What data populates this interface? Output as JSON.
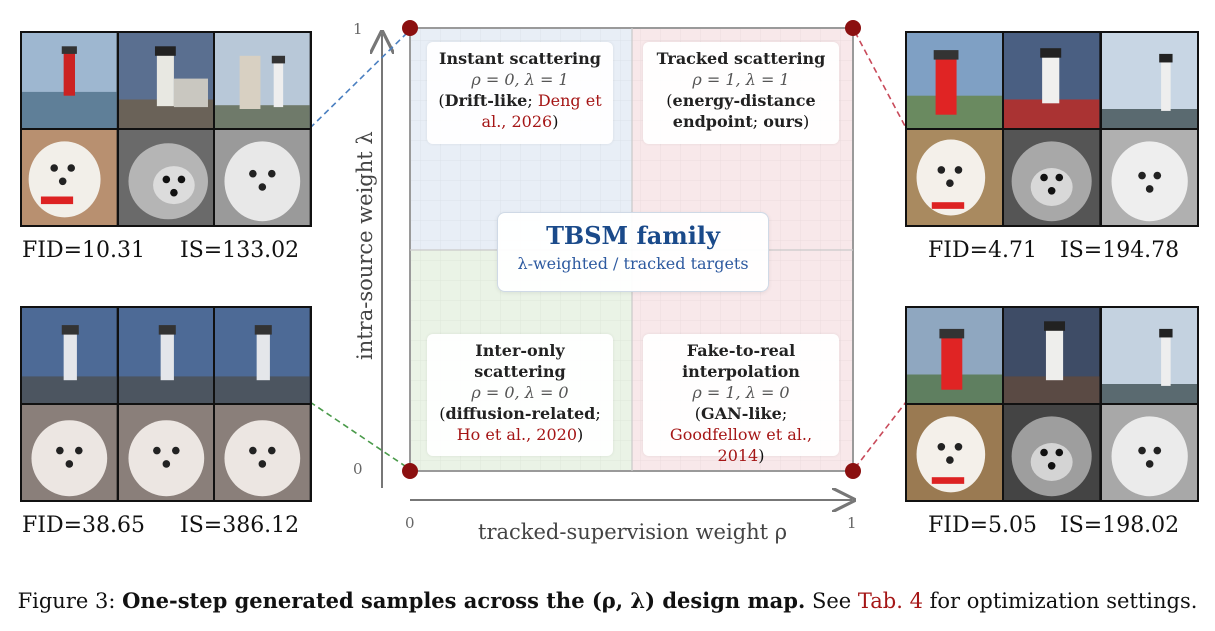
{
  "axes": {
    "y_label": "intra-source weight λ",
    "x_label": "tracked-supervision weight ρ",
    "y_top_tick": "1",
    "y_bottom_tick": "0",
    "x_left_tick": "0",
    "x_right_tick": "1"
  },
  "quadrants": {
    "top_left": {
      "title": "Instant scattering",
      "param": "ρ = 0, λ = 1",
      "note_bold": "Drift-like",
      "cite": "Deng et al., 2026",
      "color": "#e8eef6"
    },
    "top_right": {
      "title": "Tracked scattering",
      "param": "ρ = 1, λ = 1",
      "note_bold": "energy-distance endpoint",
      "note_end": "ours",
      "color": "#f8e8ea"
    },
    "bottom_left": {
      "title": "Inter-only scattering",
      "param": "ρ = 0, λ = 0",
      "note_bold": "diffusion-related",
      "cite": "Ho et al., 2020",
      "color": "#eaf3e6"
    },
    "bottom_right": {
      "title": "Fake-to-real interpolation",
      "param": "ρ = 1, λ = 0",
      "note_bold": "GAN-like",
      "cite": "Goodfellow et al., 2014",
      "color": "#f8e8ea"
    }
  },
  "center": {
    "title": "TBSM family",
    "subtitle": "λ-weighted / tracked targets"
  },
  "samples": {
    "top_left": {
      "fid": "FID=10.31",
      "is": "IS=133.02",
      "dash_color": "#4a7fc0"
    },
    "bottom_left": {
      "fid": "FID=38.65",
      "is": "IS=386.12",
      "dash_color": "#4a9a4a"
    },
    "top_right": {
      "fid": "FID=4.71",
      "is": "IS=194.78",
      "dash_color": "#c84a5a"
    },
    "bottom_right": {
      "fid": "FID=5.05",
      "is": "IS=198.02",
      "dash_color": "#c84a5a"
    }
  },
  "caption": {
    "prefix": "Figure 3: ",
    "bold": "One-step generated samples across the (ρ, λ) design map.",
    "middle": " See ",
    "ref": "Tab. 4",
    "suffix": " for optimization settings."
  },
  "colors": {
    "corner_dot": "#8b1010",
    "citation": "#a51616",
    "center_title": "#1a4a8a"
  }
}
